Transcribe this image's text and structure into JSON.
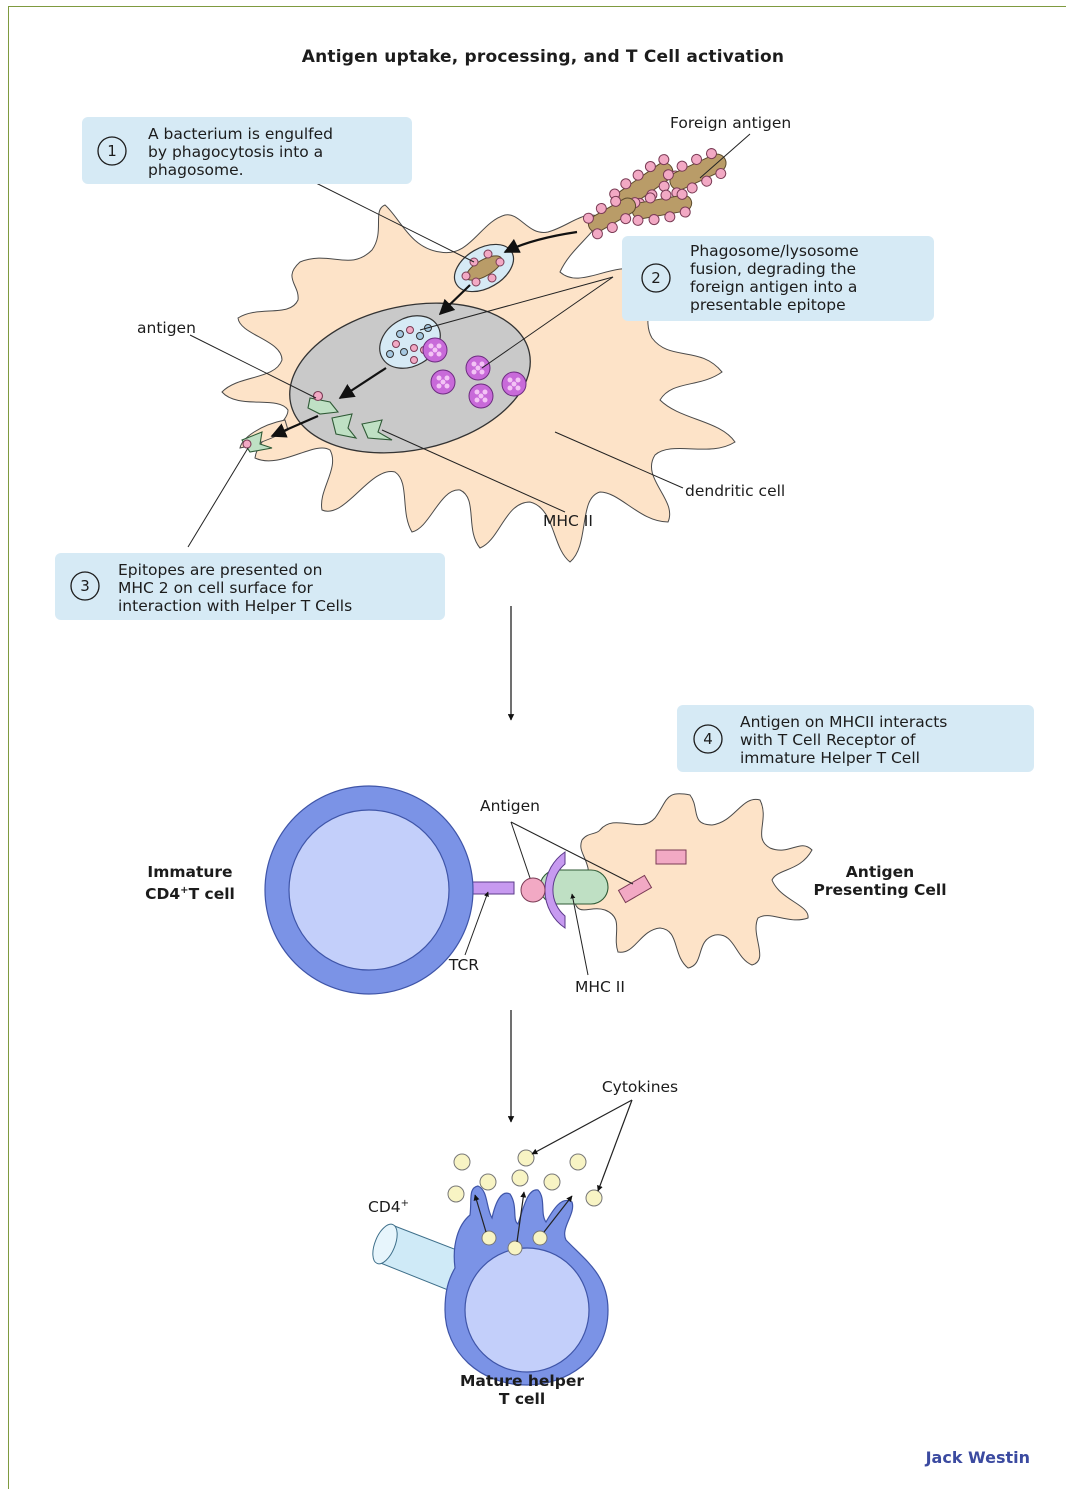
{
  "title": "Antigen uptake, processing, and T Cell activation",
  "steps": [
    {
      "number": "1",
      "lines": [
        "A bacterium is engulfed",
        "by phagocytosis into a",
        "phagosome."
      ]
    },
    {
      "number": "2",
      "lines": [
        "Phagosome/lysosome",
        "fusion, degrading the",
        "foreign antigen into a",
        "presentable epitope"
      ]
    },
    {
      "number": "3",
      "lines": [
        "Epitopes are presented on",
        "MHC 2 on cell surface for",
        "interaction with Helper T Cells"
      ]
    },
    {
      "number": "4",
      "lines": [
        "Antigen on MHCII interacts",
        "with T Cell Receptor of",
        "immature Helper T Cell"
      ]
    }
  ],
  "labels": {
    "foreign_antigen": "Foreign antigen",
    "antigen_top": "antigen",
    "dendritic_cell": "dendritic cell",
    "mhc2_top": "MHC II",
    "antigen_mid": "Antigen",
    "immature_line1": "Immature",
    "immature_line2_main": "CD4",
    "immature_line2_sup": "+",
    "immature_line2_rest": "T cell",
    "apc_line1": "Antigen",
    "apc_line2": "Presenting Cell",
    "tcr": "TCR",
    "mhc2_mid": "MHC II",
    "cytokines": "Cytokines",
    "cd4_main": "CD4",
    "cd4_sup": "+",
    "mature_line1": "Mature helper",
    "mature_line2": "T cell"
  },
  "credit": "Jack Westin",
  "colors": {
    "cytoplasm": "#fde3c8",
    "nucleus": "#c9c9c9",
    "callout": "#d6eaf5",
    "tcell_outer": "#7b93e6",
    "tcell_inner": "#c3cffa",
    "lysosome": "#c86ad9",
    "bacterium": "#b99c68",
    "antigen_dot": "#f2a9c4",
    "mhc": "#bfe0c4",
    "tcr": "#c79af0",
    "cytokine": "#f8f4c4",
    "frame": "#7f9a3f",
    "credit": "#3b4aa0"
  }
}
